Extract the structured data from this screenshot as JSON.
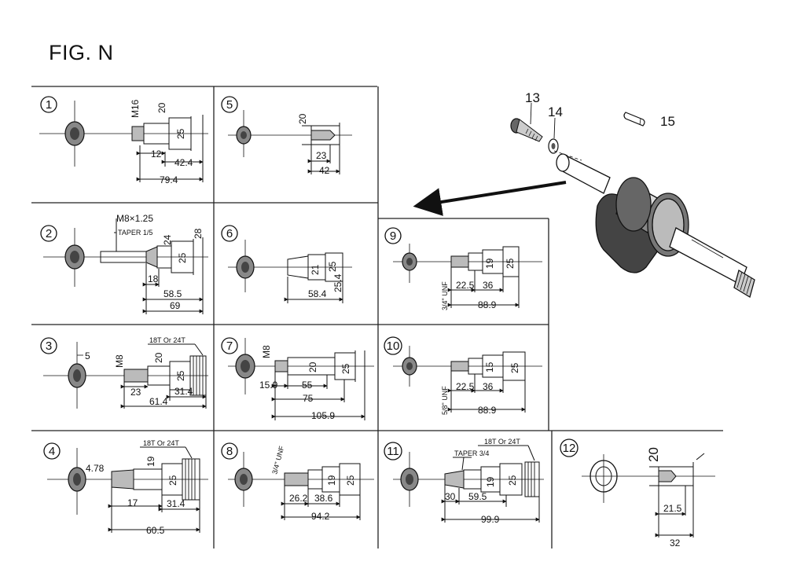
{
  "figure": {
    "title": "FIG. N"
  },
  "callouts": [
    {
      "id": "13",
      "label": "13"
    },
    {
      "id": "14",
      "label": "14"
    },
    {
      "id": "15",
      "label": "15"
    }
  ],
  "panels": {
    "p1": {
      "number": "1",
      "dims": {
        "thread": "M16",
        "d1": "20",
        "d2": "25",
        "l1": "12",
        "l2": "42.4",
        "total": "79.4"
      }
    },
    "p2": {
      "number": "2",
      "dims": {
        "thread": "M8×1.25",
        "taper": "TAPER 1/5",
        "d1": "24",
        "d2": "25",
        "d3": "28",
        "l1": "18",
        "l2": "58.5",
        "total": "69"
      }
    },
    "p3": {
      "number": "3",
      "dims": {
        "offset": "5",
        "thread": "M8",
        "d1": "20",
        "d2": "25",
        "gear": "18T Or 24T",
        "l1": "23",
        "l2": "31.4",
        "total": "61.4"
      }
    },
    "p4": {
      "number": "4",
      "dims": {
        "offset": "4.78",
        "d1": "19",
        "d2": "25",
        "gear": "18T Or 24T",
        "l1": "17",
        "l2": "31.4",
        "total": "60.5"
      }
    },
    "p5": {
      "number": "5",
      "dims": {
        "d1": "20",
        "l1": "23",
        "total": "42"
      }
    },
    "p6": {
      "number": "6",
      "dims": {
        "d1": "21",
        "d2": "25",
        "d3": "25.4",
        "total": "58.4"
      }
    },
    "p7": {
      "number": "7",
      "dims": {
        "thread": "M8",
        "d1": "20",
        "d2": "25",
        "l0": "15.9",
        "l1": "55",
        "l2": "75",
        "total": "105.9"
      }
    },
    "p8": {
      "number": "8",
      "dims": {
        "thread": "3/4\" UNF",
        "d1": "19",
        "d2": "25",
        "l1": "26.2",
        "l2": "38.6",
        "total": "94.2"
      }
    },
    "p9": {
      "number": "9",
      "dims": {
        "thread": "3/4\" UNF",
        "d1": "19",
        "d2": "25",
        "l1": "22.5",
        "l2": "36",
        "total": "88.9"
      }
    },
    "p10": {
      "number": "10",
      "dims": {
        "thread": "5/8\" UNF",
        "d1": "15",
        "d2": "25",
        "l1": "22.5",
        "l2": "36",
        "total": "88.9"
      }
    },
    "p11": {
      "number": "11",
      "dims": {
        "taper": "TAPER 3/4",
        "gear": "18T Or 24T",
        "d1": "19",
        "d2": "25",
        "l0": "30",
        "l1": "59.5",
        "total": "99.9"
      }
    },
    "p12": {
      "number": "12",
      "dims": {
        "d1": "20",
        "l1": "21.5",
        "total": "32"
      }
    }
  }
}
